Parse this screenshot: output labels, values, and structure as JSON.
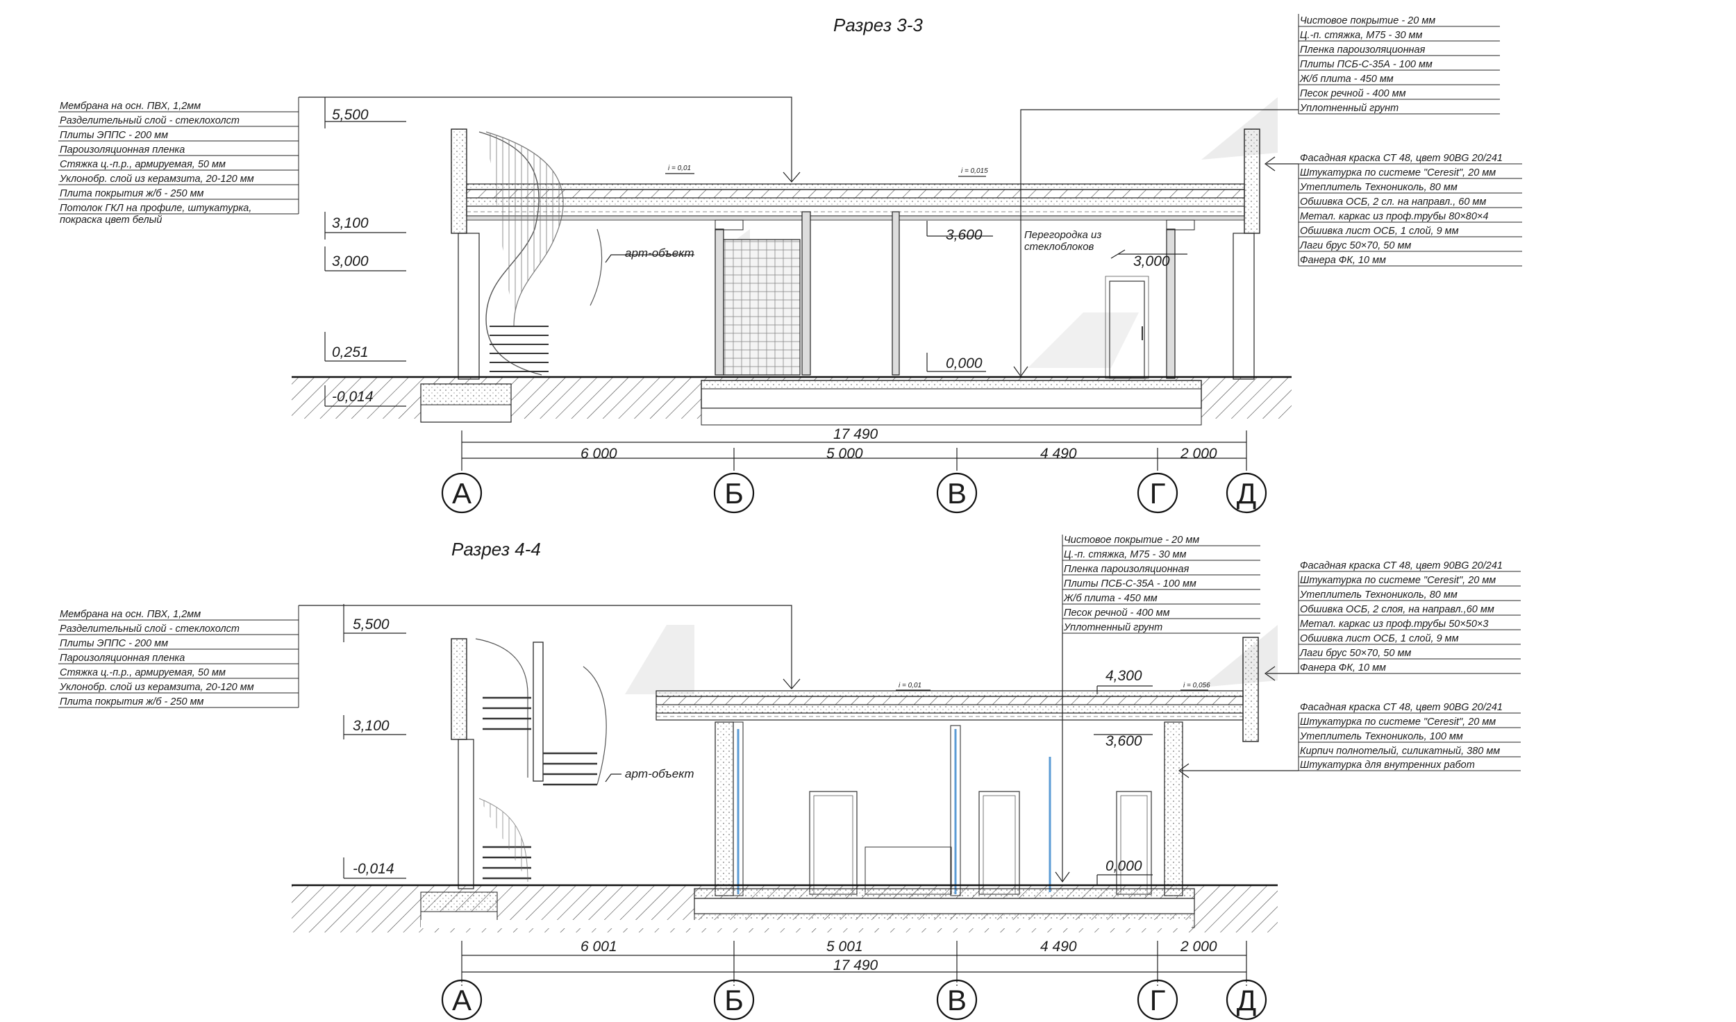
{
  "sections": [
    {
      "title": "Разрез 3-3",
      "levels": [
        "5,500",
        "3,100",
        "3,000",
        "0,251",
        "-0,014",
        "3,600",
        "0,000",
        "3,000"
      ],
      "roof_layers": [
        "Мембрана на осн. ПВХ, 1,2мм",
        "Разделительный слой - стеклохолст",
        "Плиты ЭППС  - 200 мм",
        "Пароизоляционная пленка",
        "Стяжка ц.-п.р., армируемая, 50 мм",
        "Уклонобр. слой из керамзита, 20-120 мм",
        "Плита покрытия ж/б - 250 мм",
        "Потолок ГКЛ на профиле, штукатурка,",
        "покраска цвет белый"
      ],
      "floor_layers": [
        "Чистовое покрытие - 20 мм",
        "Ц.-п. стяжка, М75 - 30 мм",
        "Пленка пароизоляционная",
        "Плиты ПСБ-С-35А - 100 мм",
        "Ж/б плита - 450 мм",
        "Песок речной - 400 мм",
        "Уплотненный грунт"
      ],
      "wall_layers": [
        "Фасадная краска СТ 48,  цвет 90BG 20/241",
        "Штукатурка по системе \"Ceresit\", 20 мм",
        "Утеплитель Технониколь, 80 мм",
        "Обшивка ОСБ, 2 сл. на направл., 60 мм",
        "Метал. каркас из проф.трубы 80×80×4",
        "Обшивка лист ОСБ, 1 слой, 9 мм",
        "Лаги брус 50×70, 50 мм",
        "Фанера ФК, 10 мм"
      ],
      "art_label": "арт-объект",
      "partition_label": [
        "Перегородка из",
        "стеклоблоков"
      ],
      "slopes": [
        "i = 0,01",
        "i = 0,015"
      ],
      "total_dim": "17 490",
      "spans": [
        "6 000",
        "5 000",
        "4 490",
        "2 000"
      ],
      "axes": [
        "А",
        "Б",
        "В",
        "Г",
        "Д"
      ]
    },
    {
      "title": "Разрез 4-4",
      "levels": [
        "5,500",
        "3,100",
        "-0,014",
        "4,300",
        "3,600",
        "0,000"
      ],
      "roof_layers": [
        "Мембрана на осн. ПВХ, 1,2мм",
        "Разделительный слой - стеклохолст",
        "Плиты ЭППС  - 200 мм",
        "Пароизоляционная пленка",
        "Стяжка ц.-п.р., армируемая, 50 мм",
        "Уклонобр. слой из керамзита, 20-120 мм",
        "Плита покрытия ж/б - 250 мм"
      ],
      "floor_layers": [
        "Чистовое покрытие - 20 мм",
        "Ц.-п. стяжка, М75 - 30 мм",
        "Пленка пароизоляционная",
        "Плиты ПСБ-С-35А - 100 мм",
        "Ж/б плита - 450 мм",
        "Песок речной - 400 мм",
        "Уплотненный грунт"
      ],
      "wall_layers": [
        "Фасадная краска СТ 48,  цвет 90BG 20/241",
        "Штукатурка по системе \"Ceresit\", 20 мм",
        "Утеплитель Технониколь, 80 мм",
        "Обшивка ОСБ, 2 слоя, на направл.,60 мм",
        "Метал. каркас из проф.трубы 50×50×3",
        "Обшивка лист ОСБ, 1 слой, 9 мм",
        "Лаги брус 50×70, 50 мм",
        "Фанера ФК, 10 мм"
      ],
      "brick_layers": [
        "Фасадная краска СТ 48,  цвет 90BG 20/241",
        "Штукатурка по системе \"Ceresit\", 20 мм",
        "Утеплитель Технониколь, 100 мм",
        "Кирпич полнотелый, силикатный, 380 мм",
        "Штукатурка для внутренних работ"
      ],
      "art_label": "арт-объект",
      "slopes": [
        "i = 0,01",
        "i = 0,056"
      ],
      "total_dim": "17 490",
      "spans": [
        "6 001",
        "5 001",
        "4 490",
        "2 000"
      ],
      "axes": [
        "А",
        "Б",
        "В",
        "Г",
        "Д"
      ]
    }
  ],
  "colors": {
    "line": "#1a1a1a",
    "glass": "#5b9bd5",
    "shade": "#e6e6e6"
  }
}
